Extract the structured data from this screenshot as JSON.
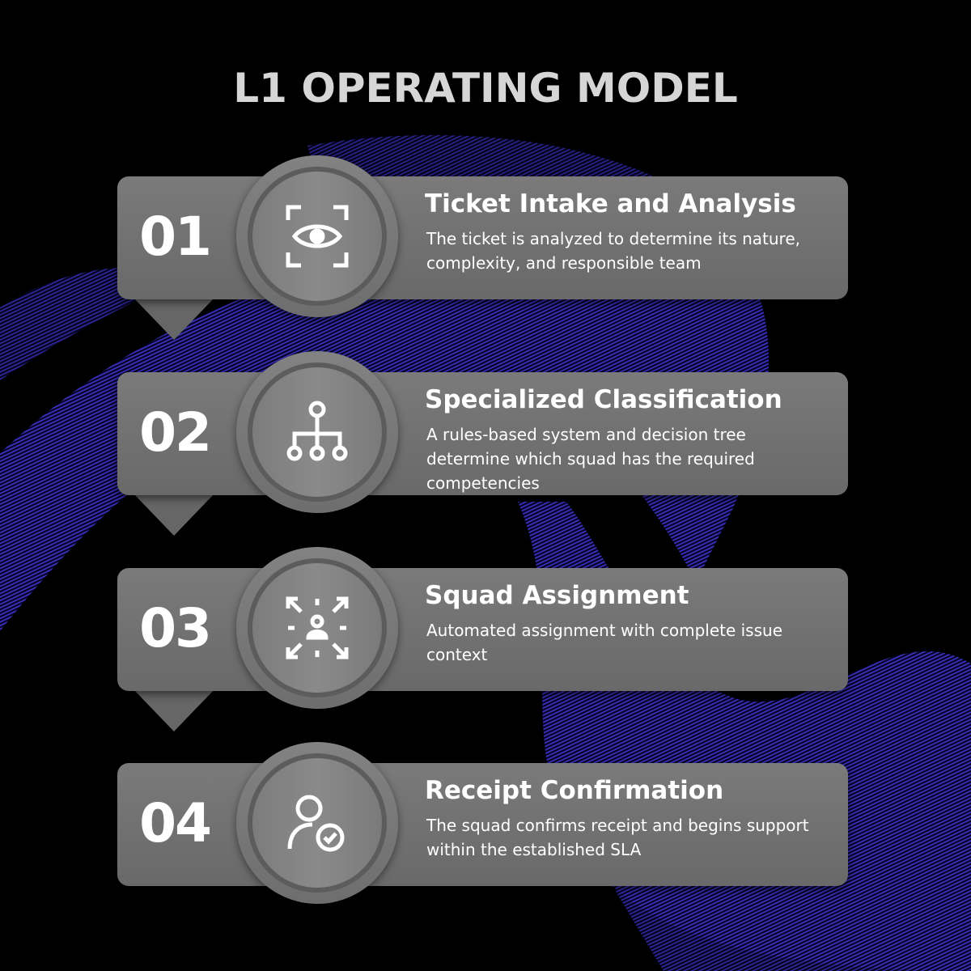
{
  "title": "L1 OPERATING MODEL",
  "colors": {
    "background": "#000000",
    "wave": "#4a3cff",
    "card": "#707070",
    "text": "#ffffff"
  },
  "steps": [
    {
      "number": "01",
      "title": "Ticket Intake and Analysis",
      "description": "The ticket is analyzed to determine its nature, complexity, and responsible team",
      "icon": "eye-scan-icon"
    },
    {
      "number": "02",
      "title": "Specialized Classification",
      "description": "A rules-based system and decision tree determine which squad has the required competencies",
      "icon": "hierarchy-tree-icon"
    },
    {
      "number": "03",
      "title": "Squad Assignment",
      "description": "Automated assignment with complete issue context",
      "icon": "user-focus-arrows-icon"
    },
    {
      "number": "04",
      "title": "Receipt Confirmation",
      "description": "The squad confirms receipt and begins support within the established SLA",
      "icon": "user-check-icon"
    }
  ]
}
